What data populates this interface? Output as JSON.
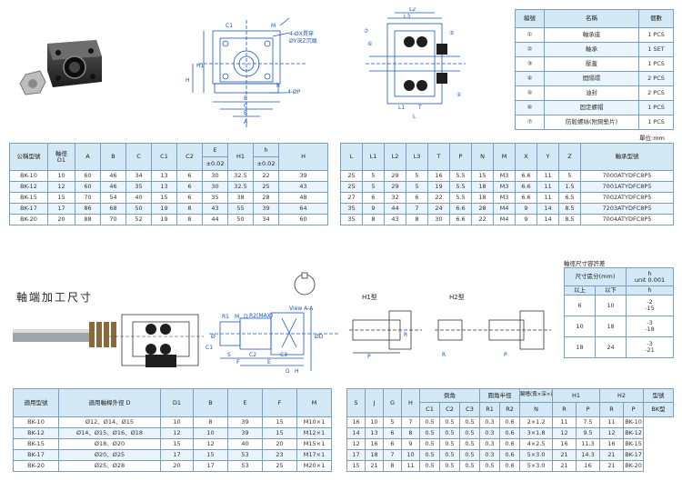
{
  "drawing_labels": {
    "left_holes": "4-ØX貫穿",
    "left_counterbore": "ØY深Z沉頭",
    "left_through": "4-ØP",
    "h1_type": "H1型",
    "h2_type": "H2型",
    "view_a": "View A-A",
    "r2_max": "R2(MAX)",
    "shaft_title": "軸端加工尺寸",
    "unit": "單位:mm"
  },
  "parts_table": {
    "headers": [
      "編號",
      "名稱",
      "個數"
    ],
    "rows": [
      [
        "①",
        "軸承座",
        "1 PCS"
      ],
      [
        "②",
        "軸承",
        "1 SET"
      ],
      [
        "③",
        "壓蓋",
        "1 PCS"
      ],
      [
        "④",
        "間隔環",
        "2 PCS"
      ],
      [
        "⑤",
        "油封",
        "2 PCS"
      ],
      [
        "⑥",
        "固定螺帽",
        "1 PCS"
      ],
      [
        "⑦",
        "防鬆螺絲(附銅墊片)",
        "1 PCS"
      ]
    ]
  },
  "main_table": {
    "h_model": "公稱型號",
    "h_shaft": "軸徑",
    "h_shaft_sub": "D1",
    "h_cols": [
      "A",
      "B",
      "C",
      "C1",
      "C2"
    ],
    "h_e": "E",
    "h_e_sub": "±0.02",
    "h_h1": "H1",
    "h_h": "h",
    "h_h_sub": "±0.02",
    "h_H": "H",
    "rows": [
      [
        "BK-10",
        "10",
        "60",
        "46",
        "34",
        "13",
        "6",
        "30",
        "32.5",
        "22",
        "39"
      ],
      [
        "BK-12",
        "12",
        "60",
        "46",
        "35",
        "13",
        "6",
        "30",
        "32.5",
        "25",
        "43"
      ],
      [
        "BK-15",
        "15",
        "70",
        "54",
        "40",
        "15",
        "6",
        "35",
        "38",
        "28",
        "48"
      ],
      [
        "BK-17",
        "17",
        "86",
        "68",
        "50",
        "19",
        "8",
        "43",
        "55",
        "39",
        "64"
      ],
      [
        "BK-20",
        "20",
        "88",
        "70",
        "52",
        "19",
        "8",
        "44",
        "50",
        "34",
        "60"
      ]
    ]
  },
  "right_table": {
    "headers": [
      "L",
      "L1",
      "L2",
      "L3",
      "T",
      "P",
      "N",
      "M",
      "X",
      "Y",
      "Z",
      "軸承型號"
    ],
    "rows": [
      [
        "25",
        "5",
        "29",
        "5",
        "16",
        "5.5",
        "15",
        "M3",
        "6.6",
        "11",
        "5",
        "7000ATYDFC8P5"
      ],
      [
        "25",
        "5",
        "29",
        "5",
        "19",
        "5.5",
        "18",
        "M3",
        "6.6",
        "11",
        "1.5",
        "7001ATYDFC8P5"
      ],
      [
        "27",
        "6",
        "32",
        "6",
        "22",
        "5.5",
        "18",
        "M3",
        "6.6",
        "11",
        "6.5",
        "7002ATYDFC8P5"
      ],
      [
        "35",
        "9",
        "44",
        "7",
        "24",
        "6.6",
        "28",
        "M4",
        "9",
        "14",
        "8.5",
        "7203ATYDFC8P5"
      ],
      [
        "35",
        "8",
        "43",
        "8",
        "30",
        "6.6",
        "22",
        "M4",
        "9",
        "14",
        "8.5",
        "7004ATYDFC8P5"
      ]
    ]
  },
  "tolerance_table": {
    "title": "軸徑尺寸容許差",
    "h_range": "尺寸區分(mm)",
    "h_h": "h",
    "h_unit": "unit 0.001",
    "h_above": "以上",
    "h_below": "以下",
    "h_h2": "h",
    "rows": [
      [
        "6",
        "10",
        "-2",
        "-15"
      ],
      [
        "10",
        "18",
        "-3",
        "-18"
      ],
      [
        "18",
        "24",
        "-3",
        "-21"
      ]
    ]
  },
  "fit_table": {
    "headers": [
      "適用型號",
      "適用軸桿外徑 D",
      "D1",
      "B",
      "E",
      "F",
      "M"
    ],
    "rows": [
      [
        "BK-10",
        "Ø12、Ø14、Ø15",
        "10",
        "8",
        "39",
        "15",
        "M10×1"
      ],
      [
        "BK-12",
        "Ø14、Ø15、Ø16、Ø18",
        "12",
        "10",
        "39",
        "15",
        "M12×1"
      ],
      [
        "BK-15",
        "Ø18、Ø20",
        "15",
        "12",
        "40",
        "20",
        "M15×1"
      ],
      [
        "BK-17",
        "Ø20、Ø25",
        "17",
        "15",
        "53",
        "23",
        "M17×1"
      ],
      [
        "BK-20",
        "Ø25、Ø28",
        "20",
        "17",
        "53",
        "25",
        "M20×1"
      ]
    ]
  },
  "shaft_table": {
    "h_single": [
      "S",
      "J",
      "G",
      "H"
    ],
    "h_chamfer": "倒角",
    "h_chamfer_sub": [
      "C1",
      "C2",
      "C3"
    ],
    "h_radius": "圓角半徑",
    "h_radius_sub": [
      "R1",
      "R2"
    ],
    "h_key": "鍵槽(寬×深×長)",
    "h_key_sub": "N",
    "h_h1": "H1",
    "h_h1_sub": [
      "R",
      "P"
    ],
    "h_h2": "H2",
    "h_h2_sub": [
      "R",
      "P"
    ],
    "h_model": "型號",
    "h_model_sub": "BK型",
    "rows": [
      [
        "16",
        "10",
        "5",
        "7",
        "0.5",
        "0.5",
        "0.5",
        "0.3",
        "0.6",
        "2×1.2",
        "11",
        "7.5",
        "11",
        "BK-10"
      ],
      [
        "14",
        "13",
        "6",
        "8",
        "0.5",
        "0.5",
        "0.5",
        "0.3",
        "0.6",
        "3×1.8",
        "12",
        "9.5",
        "12",
        "BK-12"
      ],
      [
        "12",
        "16",
        "6",
        "9",
        "0.5",
        "0.5",
        "0.5",
        "0.3",
        "0.6",
        "4×2.5",
        "16",
        "11.3",
        "16",
        "BK-15"
      ],
      [
        "17",
        "18",
        "7",
        "10",
        "0.5",
        "0.5",
        "0.5",
        "0.3",
        "0.6",
        "5×3.0",
        "21",
        "14.3",
        "21",
        "BK-17"
      ],
      [
        "15",
        "21",
        "8",
        "11",
        "0.5",
        "0.5",
        "0.5",
        "0.5",
        "0.6",
        "5×3.0",
        "21",
        "16",
        "21",
        "BK-20"
      ]
    ]
  },
  "colors": {
    "header_bg": "#d3e9f5",
    "border": "#7f9db5",
    "drawing_blue": "#1a55c0"
  }
}
